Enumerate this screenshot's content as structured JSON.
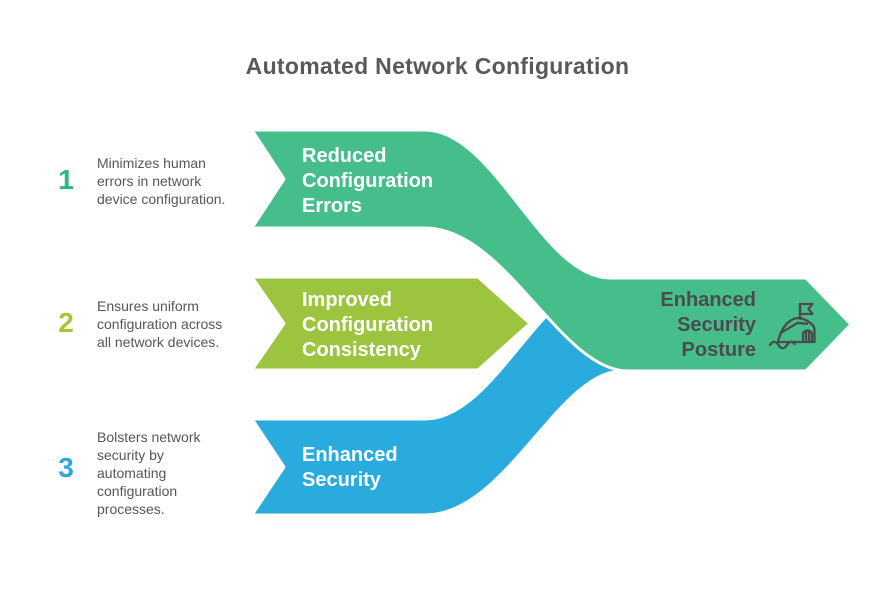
{
  "title": "Automated Network Configuration",
  "colors": {
    "title_text": "#58595B",
    "body_text": "#55565A",
    "band_label_text": "#FFFFFF",
    "outcome_text": "#4B4C4E",
    "icon_stroke": "#4A4B4D",
    "outline_white": "#FFFFFF"
  },
  "steps": [
    {
      "number": "1",
      "number_color": "#2CB97E",
      "band_color": "#45BE8B",
      "description": "Minimizes human\nerrors in network\ndevice configuration.",
      "band_label": "Reduced\nConfiguration\nErrors"
    },
    {
      "number": "2",
      "number_color": "#A3C72F",
      "band_color": "#9CC43F",
      "description": "Ensures uniform\nconfiguration across\nall network devices.",
      "band_label": "Improved\nConfiguration\nConsistency"
    },
    {
      "number": "3",
      "number_color": "#2BA9DE",
      "band_color": "#29ABDE",
      "description": "Bolsters network\nsecurity by\nautomating\nconfiguration\nprocesses.",
      "band_label": "Enhanced\nSecurity"
    }
  ],
  "outcome": {
    "label": "Enhanced\nSecurity\nPosture",
    "icon": "flag-on-hill-icon"
  }
}
